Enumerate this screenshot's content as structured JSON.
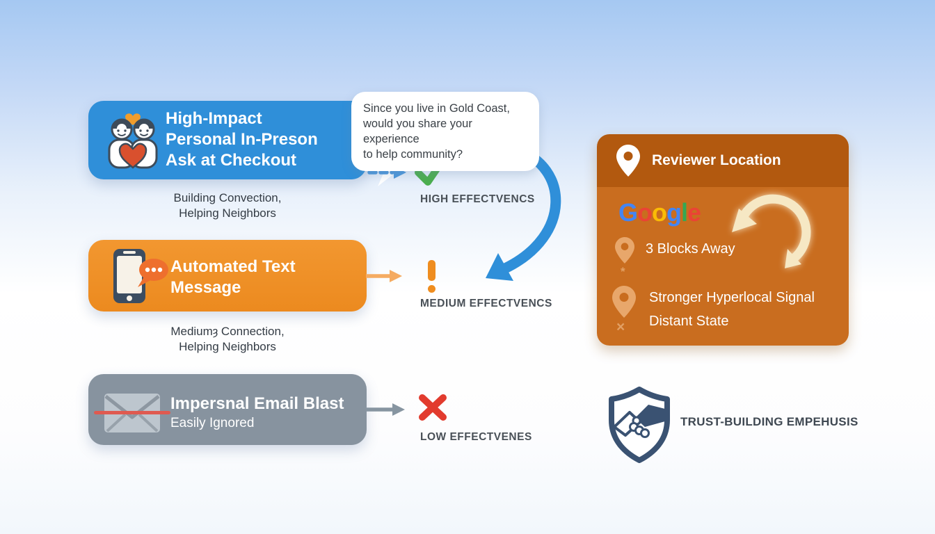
{
  "methods": [
    {
      "title": "High-Impact\nPersonal In-Preson\nAsk at Checkout",
      "caption": "Building Convection,\nHelping Neighbors",
      "effectiveness": "HIGH EFFECTVENCS",
      "icon": "people-hug-heart-icon",
      "card_color": "#2f8fd9"
    },
    {
      "title": "Automated Text\nMessage",
      "caption": "Mediumȝ Connection,\nHelping Neighbors",
      "effectiveness": "MEDIUM EFFECTVENCS",
      "icon": "phone-text-message-icon",
      "card_color": "#f0912b"
    },
    {
      "title": "Impersnal Email Blast",
      "subtitle": "Easily Ignored",
      "effectiveness": "LOW EFFECTVENES",
      "icon": "crossed-email-icon",
      "card_color": "#87939f"
    }
  ],
  "speech_bubble": "Since you live in Gold Coast,\nwould you share your experience\nto help community?",
  "reviewer_panel": {
    "title": "Reviewer Location",
    "brand": "Google",
    "google_letters": [
      {
        "ch": "G",
        "color": "#4285F4"
      },
      {
        "ch": "o",
        "color": "#EA4335"
      },
      {
        "ch": "o",
        "color": "#FBBC05"
      },
      {
        "ch": "g",
        "color": "#4285F4"
      },
      {
        "ch": "l",
        "color": "#34A853"
      },
      {
        "ch": "e",
        "color": "#EA4335"
      }
    ],
    "near_label": "3 Blocks Away",
    "signal_label": "Stronger Hyperlocal Signal",
    "far_label": "Distant State",
    "star_glyph": "*",
    "cross_glyph": "×",
    "header_color": "#b2590f",
    "body_color": "#c96d1f"
  },
  "trust_label": "TRUST-BUILDING EMPEHUSIS",
  "icons": {
    "high": "check-icon",
    "medium": "exclamation-icon",
    "low": "cross-icon",
    "panel_header": "location-pin-icon",
    "trust": "shield-handshake-icon",
    "rotation": "curved-rotation-arrow-icon",
    "warning_glyph": "!"
  },
  "colors": {
    "arrow_blue": "#2f8fd9",
    "arrow_orange": "#f5ab61",
    "arrow_gray": "#8795a1",
    "check_green": "#4bae4f",
    "warn_orange": "#ef8d1f",
    "cross_red": "#e23b2e",
    "cream_arrow": "#f6e8c4",
    "navy": "#3a5272"
  }
}
